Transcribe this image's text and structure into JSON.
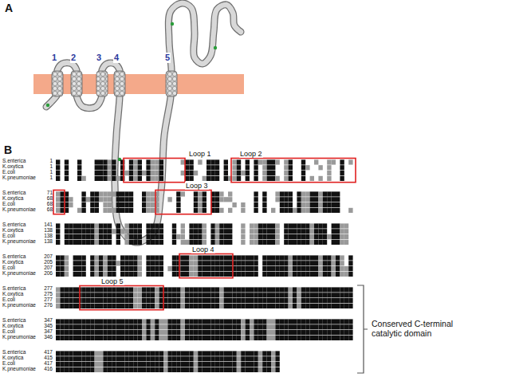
{
  "diagram": {
    "labels": [
      "A",
      "1",
      "2",
      "3",
      "4",
      "5",
      "B",
      "S.enterica",
      "1",
      "K.oxytica",
      "1",
      "E.coli",
      "1",
      "K.pneumoniae",
      "1",
      "S.enterica",
      "71",
      "K.oxytica",
      "68",
      "E.coli",
      "68",
      "K.pneumoniae",
      "68",
      "S.enterica",
      "141",
      "K.oxytica",
      "138",
      "E.coli",
      "138",
      "K.pneumoniae",
      "138",
      "S.enterica",
      "207",
      "K.oxytica",
      "205",
      "E.coli",
      "207",
      "K.pneumoniae",
      "206",
      "S.enterica",
      "277",
      "K.oxytica",
      "275",
      "E.coli",
      "277",
      "K.pneumoniae",
      "276",
      "S.enterica",
      "347",
      "K.oxytica",
      "345",
      "E.coli",
      "347",
      "K.pneumoniae",
      "346",
      "S.enterica",
      "417",
      "K.oxytica",
      "415",
      "E.coli",
      "417",
      "K.pneumoniae",
      "416",
      "Loop 1",
      "Loop 2",
      "Loop 3",
      "Loop 4",
      "Loop 5",
      "Conserved C-terminal catalytic domain"
    ]
  }
}
